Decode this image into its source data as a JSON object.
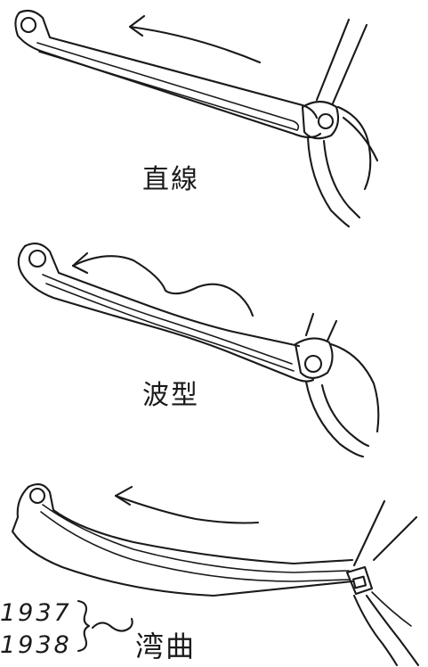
{
  "labels": {
    "straight": "直線",
    "wave": "波型",
    "curve": "湾曲"
  },
  "years": [
    "1937",
    "1938"
  ],
  "colors": {
    "ink": "#1a1a1a",
    "paper": "#ffffff"
  }
}
